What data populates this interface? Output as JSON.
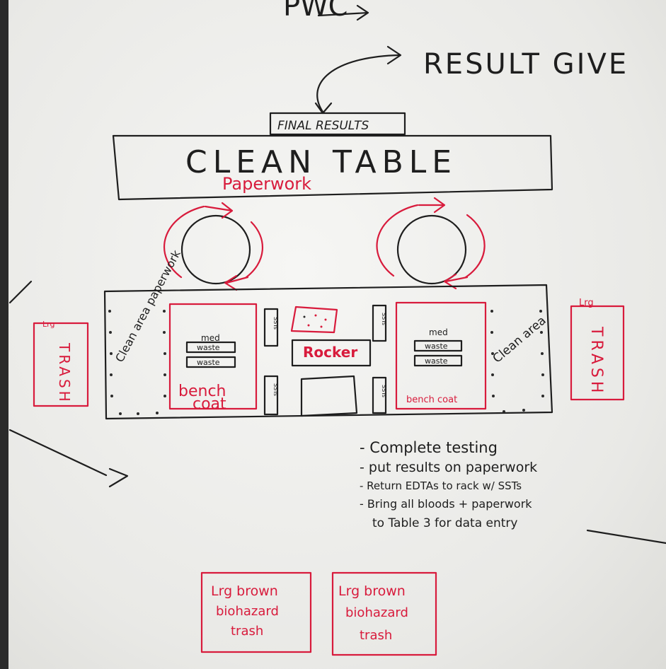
{
  "top": {
    "cropped_text": "PWC",
    "result_text": "RESULT GIVE"
  },
  "final_results_label": "FINAL RESULTS",
  "clean_table_label": "CLEAN TABLE",
  "paperwork_label": "Paperwork",
  "left_trash": {
    "size": "Lrg",
    "label": "TRASH"
  },
  "right_trash": {
    "size": "Lrg",
    "label": "TRASH"
  },
  "left_clean_area": "Clean area paperwork",
  "right_clean_area": "Clean area",
  "left_bench": {
    "small1": "med",
    "small2": "waste",
    "small3": "waste",
    "label1": "bench",
    "label2": "coat"
  },
  "right_bench": {
    "small1": "med",
    "small2": "waste",
    "small3": "waste",
    "label": "bench coat"
  },
  "rocker_label": "Rocker",
  "rack_label": "SSTs",
  "notes": [
    "- Complete testing",
    "- put results on paperwork",
    "- Return EDTAs to rack w/ SSTs",
    "- Bring all bloods + paperwork",
    "to Table 3 for data entry"
  ],
  "biohazard": [
    {
      "l1": "Lrg brown",
      "l2": "biohazard",
      "l3": "trash"
    },
    {
      "l1": "Lrg brown",
      "l2": "biohazard",
      "l3": "trash"
    }
  ],
  "colors": {
    "ink_black": "#1e1e1e",
    "ink_red": "#d81b3c",
    "board": "#ececea"
  }
}
